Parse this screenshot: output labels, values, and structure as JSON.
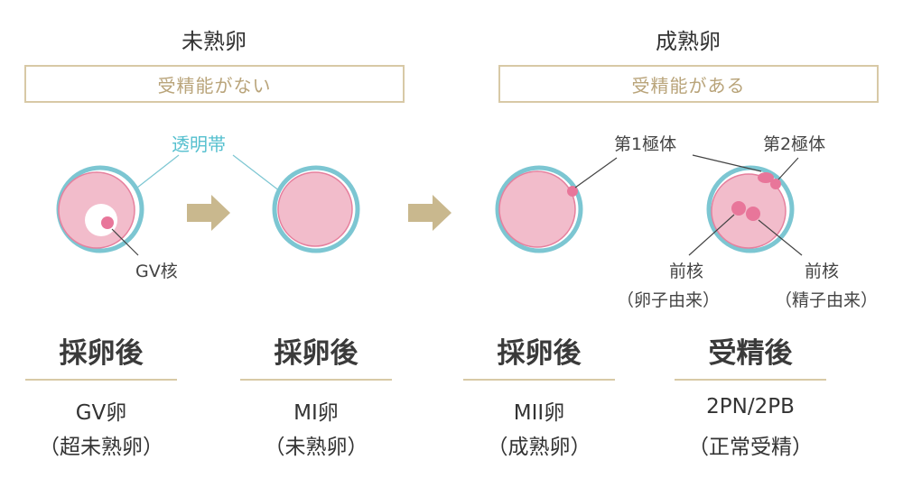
{
  "headings": {
    "immature": "未熟卵",
    "mature": "成熟卵"
  },
  "boxes": {
    "no_fertility": "受精能がない",
    "has_fertility": "受精能がある"
  },
  "labels": {
    "zona": "透明帯",
    "gv_nucleus": "GV核",
    "polar1": "第1極体",
    "polar2": "第2極体",
    "pronucleus_egg_1": "前核",
    "pronucleus_egg_2": "（卵子由来）",
    "pronucleus_sperm_1": "前核",
    "pronucleus_sperm_2": "（精子由来）"
  },
  "stages": [
    {
      "stage": "採卵後",
      "name": "GV卵",
      "sub": "（超未熟卵）"
    },
    {
      "stage": "採卵後",
      "name": "MI卵",
      "sub": "（未熟卵）"
    },
    {
      "stage": "採卵後",
      "name": "MII卵",
      "sub": "（成熟卵）"
    },
    {
      "stage": "受精後",
      "name": "2PN/2PB",
      "sub": "（正常受精）"
    }
  ],
  "colors": {
    "zona": "#7cc6d2",
    "cytoplasm": "#f2bccb",
    "cell_edge": "#e6809e",
    "nucleus": "#e8769a",
    "arrow": "#c9b88e",
    "accent_line": "#d8c9a6",
    "teal_text": "#56c0cf"
  }
}
